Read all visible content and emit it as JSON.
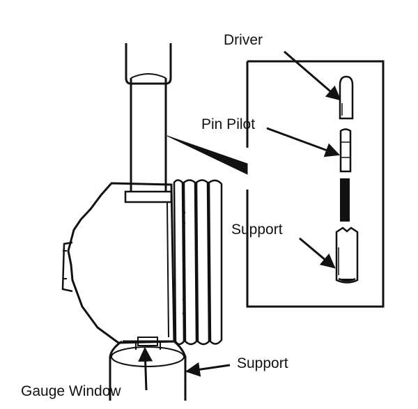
{
  "labels": {
    "driver": "Driver",
    "pin_pilot": "Pin Pilot",
    "support_inset": "Support",
    "support_bottom": "Support",
    "gauge_window": "Gauge Window"
  },
  "colors": {
    "ink": "#111111",
    "paper": "#ffffff"
  }
}
